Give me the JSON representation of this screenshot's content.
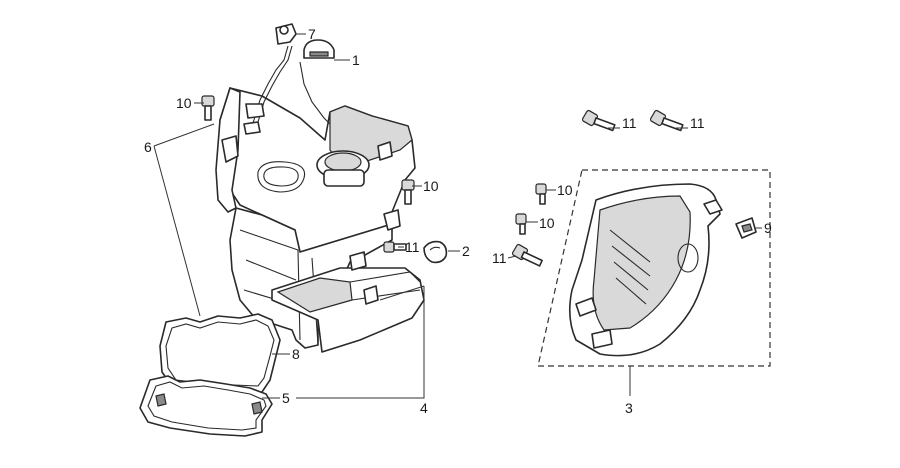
{
  "callouts": {
    "c1": "1",
    "c2": "2",
    "c3": "3",
    "c4": "4",
    "c5": "5",
    "c6": "6",
    "c7": "7",
    "c8": "8",
    "c9": "9",
    "c10a": "10",
    "c10b": "10",
    "c10c": "10",
    "c10d": "10",
    "c11a": "11",
    "c11b": "11",
    "c11c": "11",
    "c11d": "11"
  }
}
